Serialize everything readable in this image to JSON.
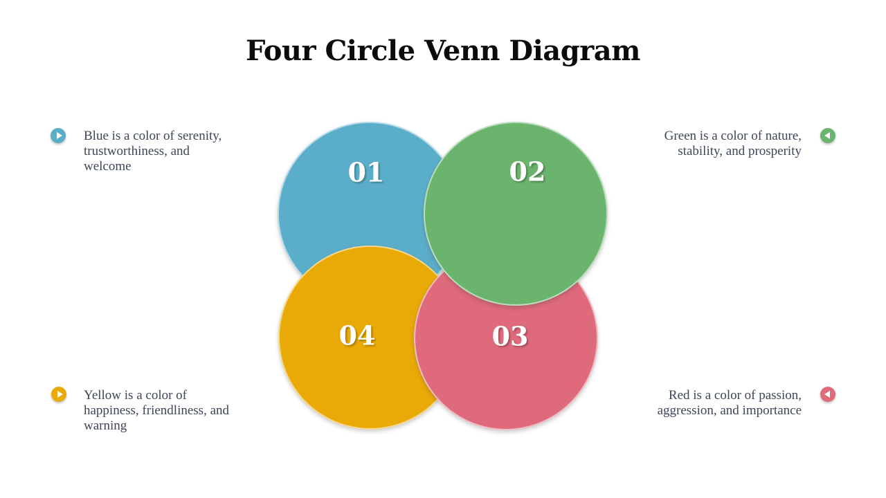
{
  "title": "Four Circle Venn Diagram",
  "text_color": "#3D4656",
  "accent_colors": {
    "blue": "#5BAEC9",
    "green": "#6BB46E",
    "red": "#DE6A7B",
    "yellow": "#E9A907"
  },
  "circles": [
    {
      "id": "blue",
      "number": "01",
      "color": "#5BAEC9"
    },
    {
      "id": "green",
      "number": "02",
      "color": "#6BB46E"
    },
    {
      "id": "red",
      "number": "03",
      "color": "#DE6A7B"
    },
    {
      "id": "yellow",
      "number": "04",
      "color": "#E9A907"
    }
  ],
  "legend": [
    {
      "id": "blue",
      "side": "left",
      "icon": "play-right-icon",
      "color": "#5BAEC9",
      "text": "Blue is a color of serenity, trustworthiness, and welcome",
      "lines": [
        "Blue is a color of serenity,",
        "trustworthiness, and",
        "welcome"
      ]
    },
    {
      "id": "green",
      "side": "right",
      "icon": "play-left-icon",
      "color": "#6BB46E",
      "text": "Green is a color of nature, stability, and prosperity",
      "lines": [
        "Green is a color of nature,",
        "stability, and prosperity"
      ]
    },
    {
      "id": "yellow",
      "side": "left",
      "icon": "play-right-icon",
      "color": "#E9A907",
      "text": "Yellow is a color of happiness, friendliness, and warning",
      "lines": [
        "Yellow is a color of",
        "happiness, friendliness, and",
        "warning"
      ]
    },
    {
      "id": "red",
      "side": "right",
      "icon": "play-left-icon",
      "color": "#DE6A7B",
      "text": "Red is a color of passion, aggression, and importance",
      "lines": [
        "Red is a color of passion,",
        "aggression, and importance"
      ]
    }
  ]
}
